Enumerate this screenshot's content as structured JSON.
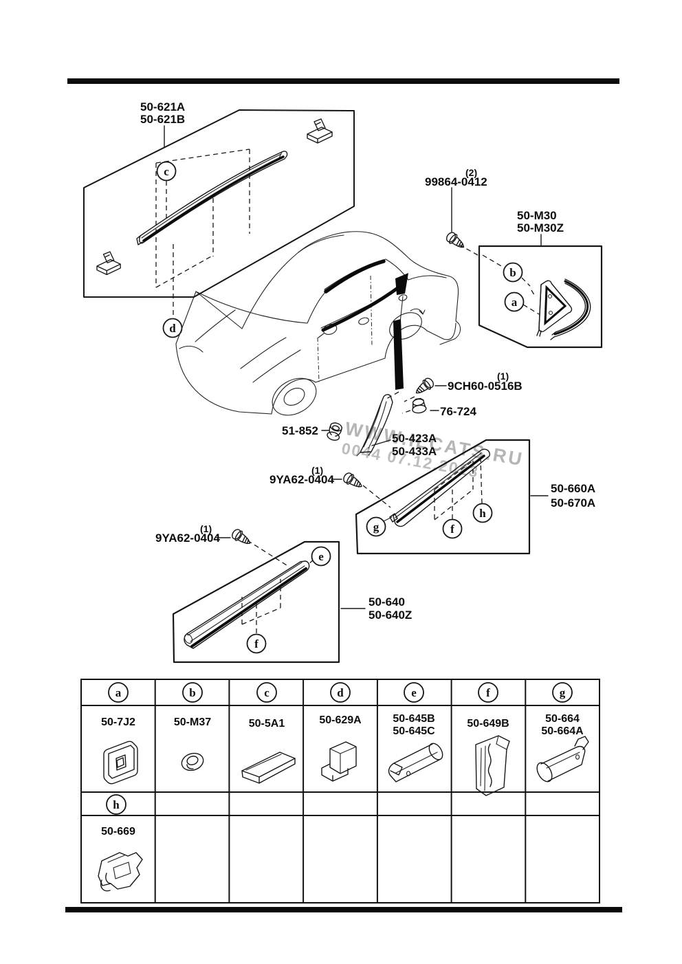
{
  "watermark": {
    "line1": "WWW.ILCATS.RU",
    "line2": "0044 07.12.2023"
  },
  "callouts": {
    "a": "a",
    "b": "b",
    "c": "c",
    "d": "d",
    "e": "e",
    "f": "f",
    "g": "g",
    "h": "h"
  },
  "labels": {
    "roof_molding_a": "50-621A",
    "roof_molding_b": "50-621B",
    "rear_screw_qty": "(2)",
    "rear_screw": "99864-0412",
    "quarter_garnish_a": "50-M30",
    "quarter_garnish_b": "50-M30Z",
    "pillar_screw_qty": "(1)",
    "pillar_screw": "9CH60-0516B",
    "pillar_nut": "76-724",
    "pillar_clip": "51-852",
    "pillar_trim_a": "50-423A",
    "pillar_trim_b": "50-433A",
    "rear_door_screw_qty": "(1)",
    "rear_door_screw": "9YA62-0404",
    "front_door_screw_qty": "(1)",
    "front_door_screw": "9YA62-0404",
    "rear_door_molding_a": "50-660A",
    "rear_door_molding_b": "50-670A",
    "front_door_molding_a": "50-640",
    "front_door_molding_b": "50-640Z"
  },
  "table": {
    "columns": [
      {
        "letter": "a",
        "part1": "50-7J2",
        "part2": ""
      },
      {
        "letter": "b",
        "part1": "50-M37",
        "part2": ""
      },
      {
        "letter": "c",
        "part1": "50-5A1",
        "part2": ""
      },
      {
        "letter": "d",
        "part1": "50-629A",
        "part2": ""
      },
      {
        "letter": "e",
        "part1": "50-645B",
        "part2": "50-645C"
      },
      {
        "letter": "f",
        "part1": "50-649B",
        "part2": ""
      },
      {
        "letter": "g",
        "part1": "50-664",
        "part2": "50-664A"
      }
    ],
    "row2": {
      "letter": "h",
      "part1": "50-669"
    }
  }
}
